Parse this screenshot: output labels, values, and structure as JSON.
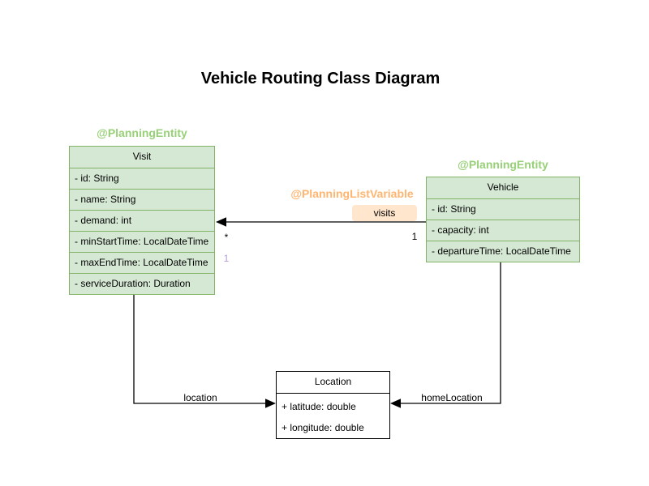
{
  "title": "Vehicle Routing Class Diagram",
  "colors": {
    "entity-fill": "#d5e8d4",
    "entity-border": "#82b366",
    "entity-annotation": "#97d077",
    "relation-annotation": "#ffb570",
    "relation-label-bg": "#ffe6cc",
    "plain-border": "#000000",
    "index-label": "#b19cd9",
    "line": "#000000",
    "text": "#000000",
    "background": "#ffffff"
  },
  "classes": {
    "visit": {
      "annotation": "@PlanningEntity",
      "name": "Visit",
      "attributes": [
        "- id: String",
        "- name: String",
        "- demand: int",
        "- minStartTime: LocalDateTime",
        "- maxEndTime: LocalDateTime",
        "- serviceDuration: Duration"
      ]
    },
    "vehicle": {
      "annotation": "@PlanningEntity",
      "name": "Vehicle",
      "attributes": [
        "- id: String",
        "- capacity: int",
        "- departureTime: LocalDateTime"
      ]
    },
    "location": {
      "name": "Location",
      "attributes": [
        "+ latitude: double",
        "+ longitude: double"
      ]
    }
  },
  "relations": {
    "visits": {
      "annotation": "@PlanningListVariable",
      "label": "visits",
      "target_multiplicity": "*",
      "source_multiplicity": "1",
      "index_label": "1"
    },
    "location": {
      "label": "location"
    },
    "home_location": {
      "label": "homeLocation"
    }
  }
}
